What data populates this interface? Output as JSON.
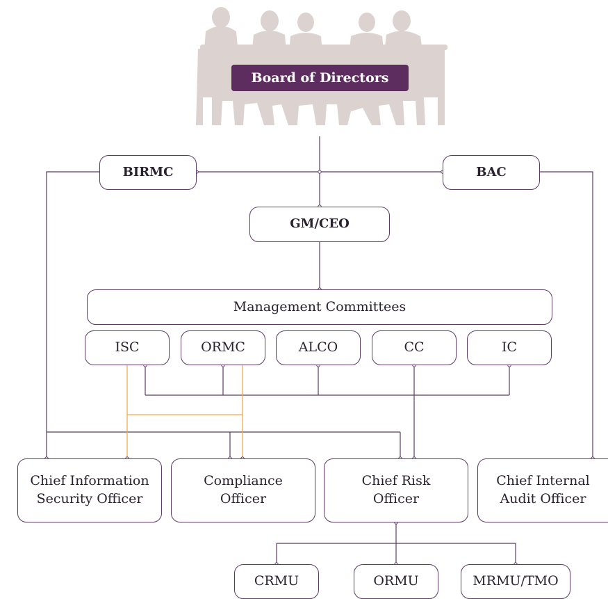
{
  "colors": {
    "line": "#5b3a64",
    "orange_line": "#f0a94a",
    "board_banner": "#5e2d5f",
    "silhouette": "#dcd3d0",
    "text": "#2b2230"
  },
  "board": {
    "banner": "Board of Directors",
    "illustration": "silhouettes of people seated around a table"
  },
  "committees_top": {
    "birmc": "BIRMC",
    "bac": "BAC"
  },
  "ceo": "GM/CEO",
  "management": {
    "title": "Management Committees",
    "members": [
      "ISC",
      "ORMC",
      "ALCO",
      "CC",
      "IC"
    ]
  },
  "officers": [
    "Chief Information\nSecurity Officer",
    "Compliance\nOfficer",
    "Chief Risk\nOfficer",
    "Chief Internal\nAudit Officer"
  ],
  "units": [
    "CRMU",
    "ORMU",
    "MRMU/TMO"
  ]
}
